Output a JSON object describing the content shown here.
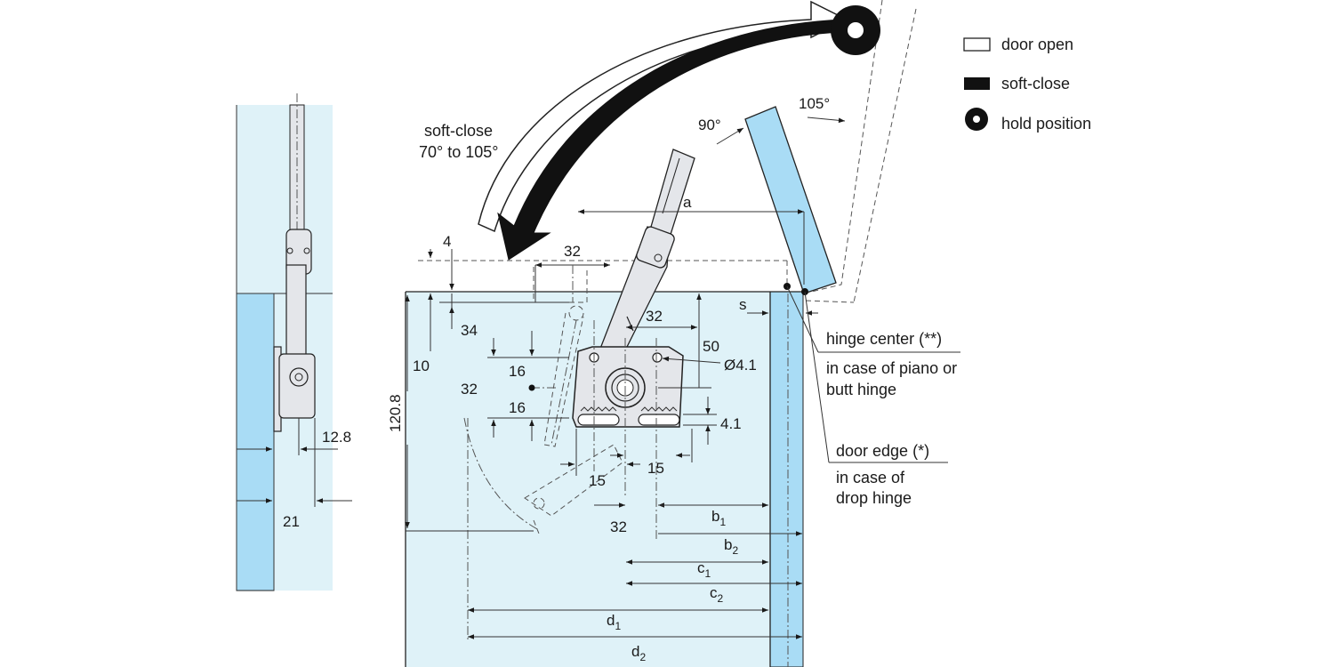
{
  "legend": {
    "door_open": "door open",
    "soft_close": "soft-close",
    "hold_position": "hold position"
  },
  "arc_label": {
    "line1": "soft-close",
    "line2": "70° to 105°"
  },
  "angles": {
    "a90": "90°",
    "a105": "105°"
  },
  "annotations": {
    "hinge_center": "hinge center (**)",
    "hinge_center_note1": "in case of piano or",
    "hinge_center_note2": "butt hinge",
    "door_edge": "door edge (*)",
    "door_edge_note1": "in case of",
    "door_edge_note2": "drop hinge"
  },
  "dimensions": {
    "d4": "4",
    "d32_top": "32",
    "a": "a",
    "s": "s",
    "d34": "34",
    "d10": "10",
    "d120_8": "120.8",
    "d32_right": "32",
    "d50": "50",
    "dia4_1": "Ø4.1",
    "d16_a": "16",
    "d32_left": "32",
    "d16_b": "16",
    "d4_1": "4.1",
    "d15_a": "15",
    "d15_b": "15",
    "d32_bottom": "32",
    "b1": "b",
    "b1_sub": "1",
    "b2": "b",
    "b2_sub": "2",
    "c1": "c",
    "c1_sub": "1",
    "c2": "c",
    "c2_sub": "2",
    "d1": "d",
    "d1_sub": "1",
    "d2": "d",
    "d2_sub": "2",
    "side_12_8": "12.8",
    "side_21": "21"
  },
  "colors": {
    "cabinet_fill": "#dff2f8",
    "door_fill": "#a9dcf5",
    "line": "#222222",
    "hinge_fill": "#e4e6ea"
  }
}
